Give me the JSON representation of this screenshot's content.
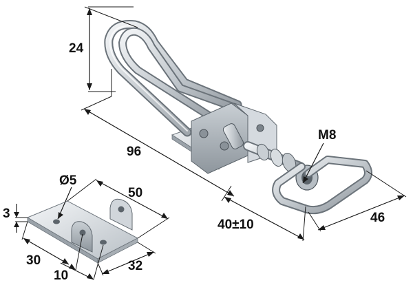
{
  "dimensions": {
    "height_24": "24",
    "length_96": "96",
    "thread_m8": "M8",
    "adjust_40": "40±10",
    "width_46": "46",
    "hole_dia": "Ø5",
    "plate_len_50": "50",
    "thick_3": "3",
    "pitch_30": "30",
    "width_32": "32",
    "offset_10": "10"
  },
  "colors": {
    "steel_light": "#eef1f3",
    "steel_mid": "#bfc5ca",
    "steel_dark": "#7d858c",
    "line": "#1a1a1a"
  }
}
